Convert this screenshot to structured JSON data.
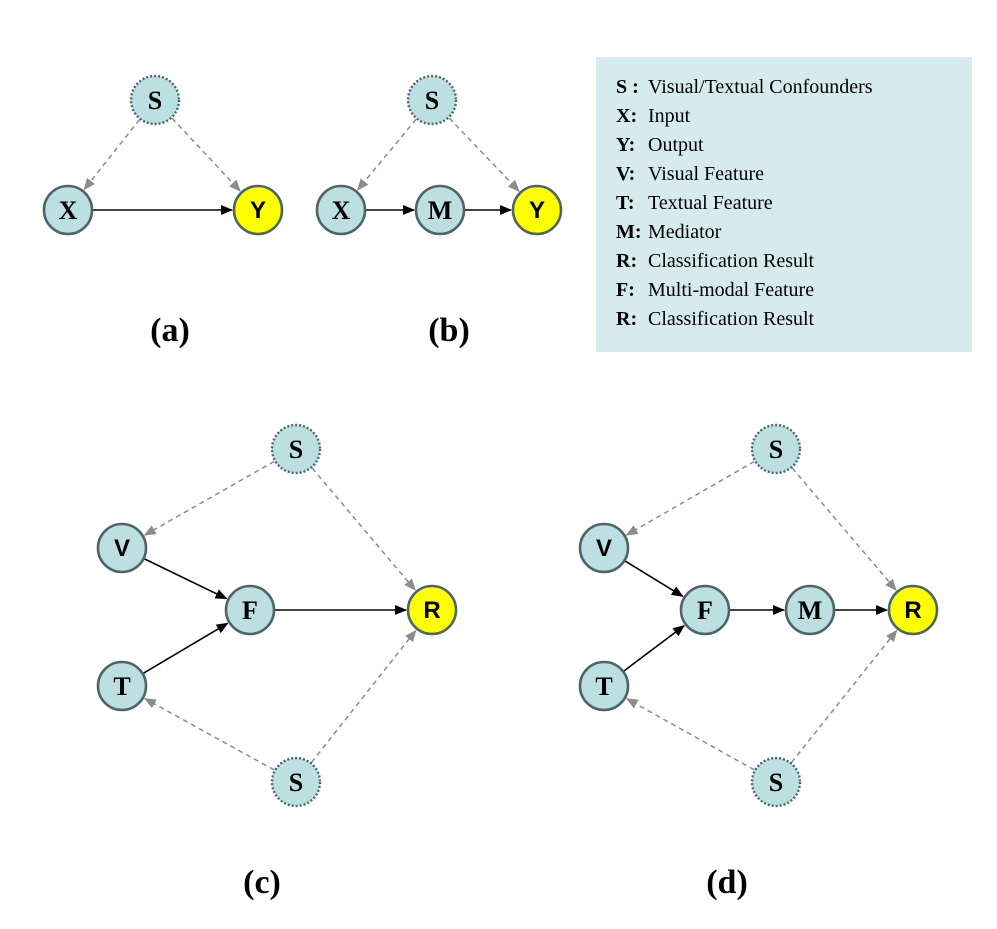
{
  "colors": {
    "node_fill": "#bcdfe1",
    "node_stroke": "#4d6468",
    "output_fill": "#ffff00",
    "dashed_edge": "#8c8c8c",
    "solid_edge": "#000000",
    "legend_bg": "#d6ebed"
  },
  "legend": {
    "items": [
      {
        "key": "S :",
        "text": "Visual/Textual Confounders"
      },
      {
        "key": "X:",
        "text": "Input"
      },
      {
        "key": "Y:",
        "text": "Output"
      },
      {
        "key": "V:",
        "text": "Visual Feature"
      },
      {
        "key": "T:",
        "text": "Textual Feature"
      },
      {
        "key": "M:",
        "text": "Mediator"
      },
      {
        "key": "R:",
        "text": "Classification Result"
      },
      {
        "key": "F:",
        "text": "Multi-modal Feature"
      },
      {
        "key": "R:",
        "text": "Classification Result"
      }
    ]
  },
  "panels": {
    "a": {
      "caption": "(a)",
      "nodes": {
        "S": "S",
        "X": "X",
        "Y": "Y"
      }
    },
    "b": {
      "caption": "(b)",
      "nodes": {
        "S": "S",
        "X": "X",
        "M": "M",
        "Y": "Y"
      }
    },
    "c": {
      "caption": "(c)",
      "nodes": {
        "S1": "S",
        "V": "V",
        "F": "F",
        "T": "T",
        "R": "R",
        "S2": "S"
      }
    },
    "d": {
      "caption": "(d)",
      "nodes": {
        "S1": "S",
        "V": "V",
        "F": "F",
        "M": "M",
        "T": "T",
        "R": "R",
        "S2": "S"
      }
    }
  }
}
